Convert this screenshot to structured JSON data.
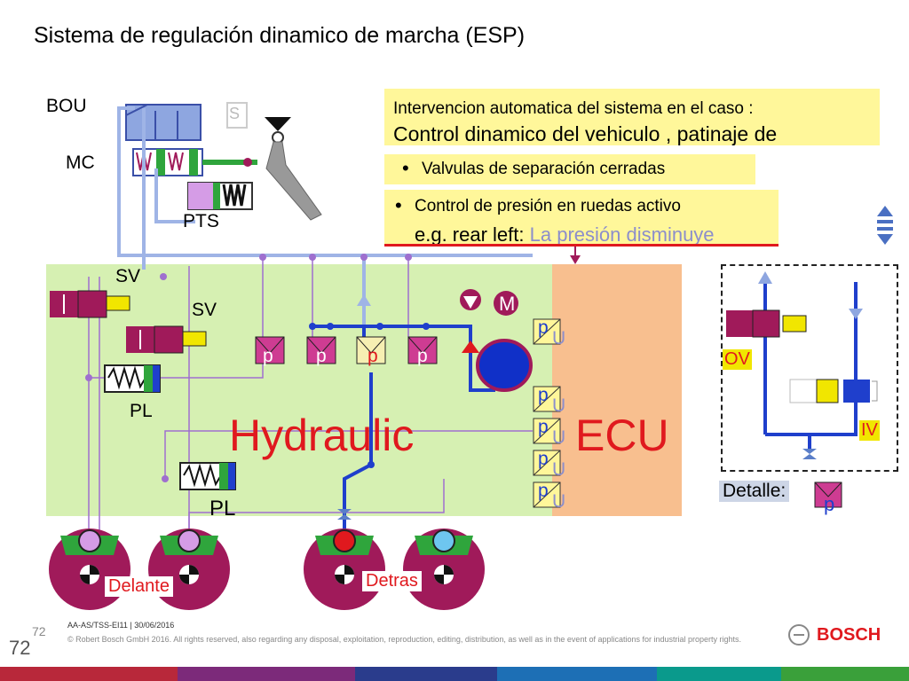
{
  "title": "Sistema de regulación dinamico de marcha (ESP)",
  "labels": {
    "bou": "BOU",
    "mc": "MC",
    "pts": "PTS",
    "sv_top": "SV",
    "sv_mid": "SV",
    "pl_top": "PL",
    "pl_bottom": "PL",
    "hydraulic": "Hydraulic",
    "ecu": "ECU",
    "motor": "M",
    "s_sensor": "S",
    "u_sensor": "U",
    "p": "p",
    "u": "U",
    "ov": "OV",
    "iv": "IV"
  },
  "info": {
    "line1": "Intervencion automatica del sistema en el caso :",
    "line2": "Control dinamico del vehiculo , patinaje de",
    "bullet1": "Valvulas de separación cerradas",
    "bullet2": "Control de presión en ruedas activo",
    "example_prefix": "e.g. rear left:",
    "example_text": "La presión disminuye"
  },
  "detail": {
    "label": "Detalle:"
  },
  "wheels": {
    "front": "Delante",
    "rear": "Detras"
  },
  "footer": {
    "page_small": "72",
    "page_big": "72",
    "doc_id": "AA-AS/TSS-EI11 | 30/06/2016",
    "copyright": "© Robert Bosch GmbH 2016. All rights reserved, also regarding any disposal, exploitation, reproduction, editing, distribution, as well as in the event of applications for industrial property rights.",
    "brand": "BOSCH"
  },
  "colors": {
    "hydraulic_bg": "#d6f0b2",
    "ecu_bg": "#f8bf8f",
    "accent_red": "#e0191e",
    "brake_line_blue": "#1f3fcc",
    "valve_magenta": "#a01a5a",
    "info_yellow": "#fff79a"
  }
}
